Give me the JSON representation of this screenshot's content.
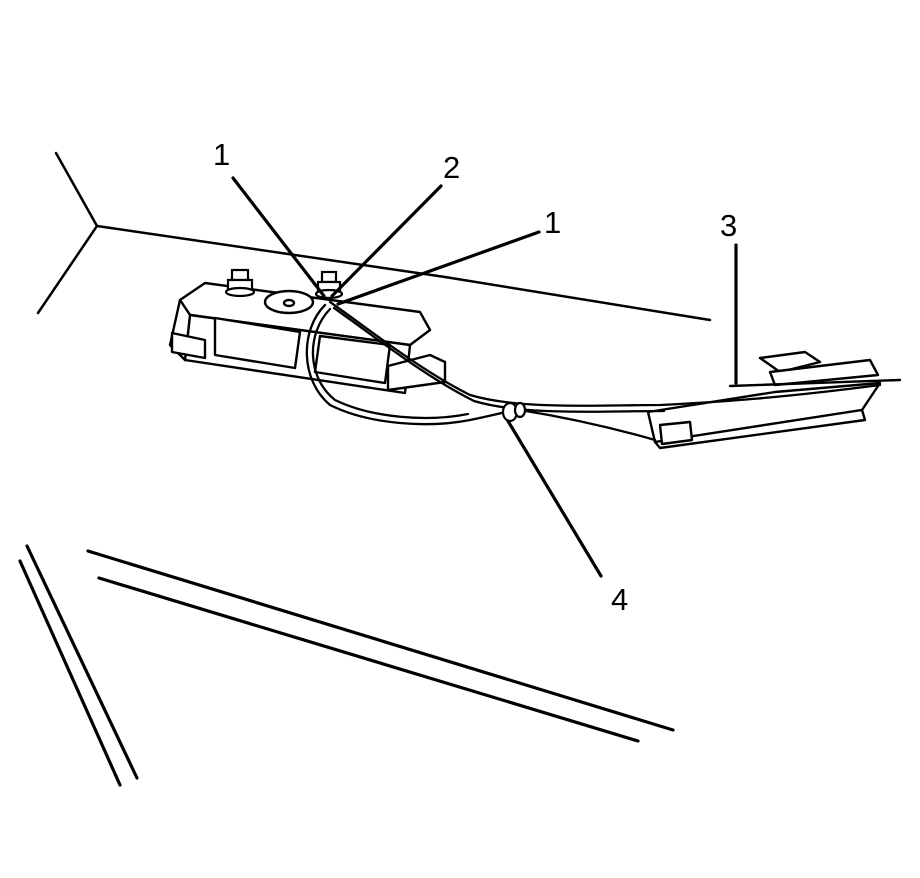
{
  "diagram": {
    "callouts": {
      "c1a": "1",
      "c2": "2",
      "c1b": "1",
      "c3": "3",
      "c4": "4"
    },
    "colors": {
      "ink": "#000000",
      "paper": "#ffffff"
    }
  }
}
